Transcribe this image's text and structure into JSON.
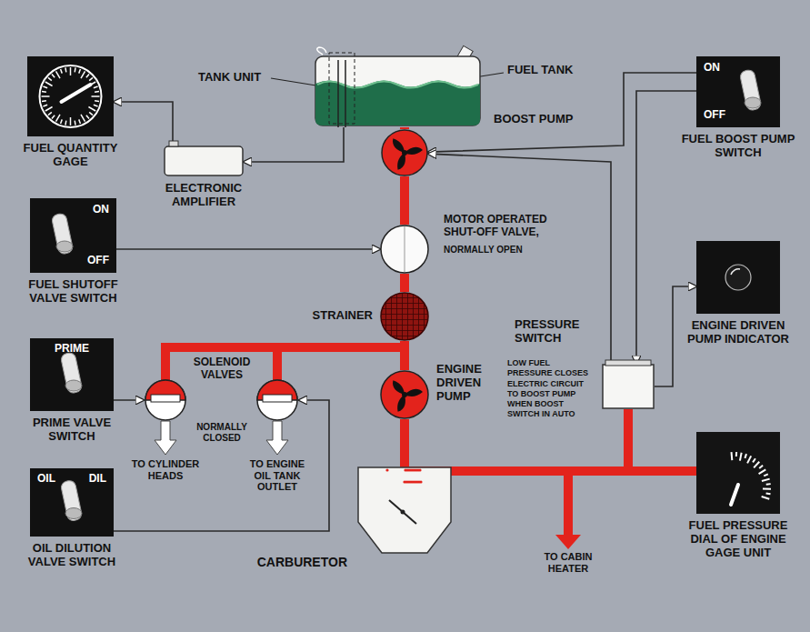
{
  "diagram": {
    "nodes": [
      {
        "text": [
          "FUEL QUANTITY GAGE"
        ]
      },
      {
        "text": [
          "ELECTRONIC AMPLIFIER"
        ]
      },
      {
        "text": [
          "FUEL TANK"
        ]
      },
      {
        "text": [
          "BOOST PUMP"
        ]
      },
      {
        "text": [
          "ON",
          "OFF",
          "FUEL BOOST PUMP SWITCH"
        ]
      },
      {
        "text": [
          "ON",
          "OFF",
          "FUEL SHUTOFF VALVE SWITCH"
        ]
      },
      {
        "text": [
          "MOTOR OPERATED SHUT-OFF VALVE,",
          "NORMALLY OPEN"
        ]
      },
      {
        "text": [
          "STRAINER"
        ]
      },
      {
        "text": [
          "ENGINE DRIVEN PUMP"
        ]
      },
      {
        "text": [
          "PRIME",
          "PRIME VALVE SWITCH"
        ]
      },
      {
        "text": [
          "OIL",
          "DIL",
          "OIL DILUTION VALVE SWITCH"
        ]
      },
      {
        "text": [
          "PRESSURE SWITCH",
          "LOW FUEL PRESSURE CLOSES ELECTRIC CIRCUIT TO BOOST PUMP WHEN BOOST SWITCH IN AUTO"
        ]
      },
      {
        "text": [
          "ENGINE DRIVEN PUMP INDICATOR"
        ]
      },
      {
        "text": [
          "FUEL PRESSURE DIAL OF ENGINE GAGE UNIT"
        ]
      },
      {
        "text": [
          "CARBURETOR"
        ]
      }
    ],
    "edges": [
      {
        "from": 1,
        "to": 0,
        "arrow": "to"
      },
      {
        "from": 2,
        "to": 1,
        "arrow": "to"
      },
      {
        "from": 2,
        "to": 3,
        "arrow": "none"
      },
      {
        "from": 3,
        "to": 6,
        "arrow": "none"
      },
      {
        "from": 6,
        "to": 7,
        "arrow": "none"
      },
      {
        "from": 7,
        "to": 8,
        "arrow": "none"
      },
      {
        "from": 8,
        "to": 14,
        "arrow": "none"
      },
      {
        "from": 8,
        "to": 13,
        "arrow": "none"
      },
      {
        "from": 8,
        "to": 11,
        "arrow": "none"
      },
      {
        "from": 5,
        "to": 6,
        "arrow": "to"
      },
      {
        "from": 4,
        "to": 3,
        "arrow": "to"
      },
      {
        "from": 4,
        "to": 11,
        "arrow": "to"
      },
      {
        "from": 11,
        "to": 3,
        "arrow": "to"
      },
      {
        "from": 11,
        "to": 12,
        "arrow": "to"
      }
    ],
    "labels": [
      "TANK UNIT",
      "SOLENOID VALVES",
      "NORMALLY CLOSED",
      "TO CYLINDER HEADS",
      "TO ENGINE OIL TANK OUTLET",
      "TO CABIN HEATER"
    ]
  }
}
